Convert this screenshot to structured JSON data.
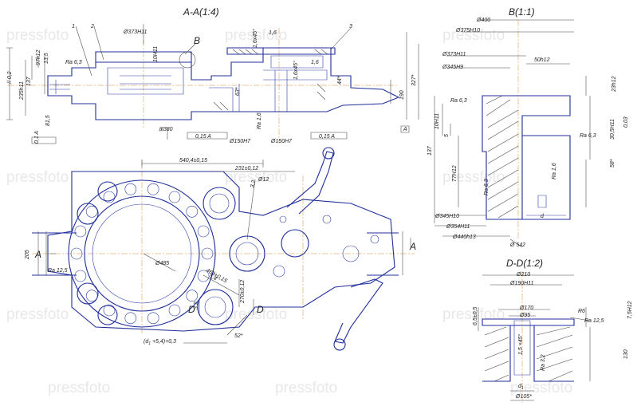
{
  "titles": {
    "aa": "A-A(1:4)",
    "b": "B(1:1)",
    "dd": "D-D(1:2)"
  },
  "watermark": "pressfoto",
  "labels": {
    "l1": "1",
    "l2": "2",
    "l3": "3",
    "lB": "B",
    "lA_left": "A",
    "lA_right": "A",
    "lD1": "D",
    "lD2": "D",
    "lA_box": "A"
  },
  "section_aa": {
    "d373h11": "Ø373H11",
    "h10h11": "10H11",
    "c16x45a": "1,6x45°",
    "r16a": "1,6",
    "ra63": "Ra 6,3",
    "h97h12": "97h12",
    "h135": "13,5",
    "h137": "137",
    "h235h11": "235h11",
    "h815": "81,5",
    "tol01a": "0,1 A",
    "tol02": "// 0,2",
    "h63": "63*",
    "r16b": "Ra 1,6",
    "c16x45b": "1,6x45°",
    "r16c": "1,6",
    "h44": "44*",
    "h327": "327*",
    "h190": "190",
    "sq380": "⊞380",
    "tol015a": "0,15  A",
    "d150h7a": "Ø150H7",
    "d150h7b": "Ø150H7",
    "tol015b": "0,15  A"
  },
  "plan": {
    "d5404": "540,4±0,15",
    "d231": "231±0,12",
    "d12": "Ø12",
    "d32": "3,2",
    "d205": "205",
    "ra125": "Ra 12,5",
    "d485": "Ø485",
    "d4684": "468±0,15",
    "d54": "5,4",
    "d2702": "270±0,12",
    "d52": "52*",
    "d32b": "3,2",
    "formula": "(d",
    "formula_sub": "1",
    "formula_end": " +5,4)+0,3"
  },
  "section_b": {
    "d400": "Ø400",
    "d375h10": "Ø375H10",
    "d373h11": "Ø373H11",
    "d345h9": "Ø345H9",
    "w50h12": "50h12",
    "h23h12": "23h12",
    "ra63a": "Ra 6,3",
    "h10h11": "10H11",
    "h5": "5",
    "ra63b": "Ra 6,3",
    "h305h11": "30,5H11",
    "tol003": "0,03",
    "h137": "137",
    "h77h12": "77H12",
    "ra16": "Ra 1,6",
    "ra63c": "Ra 6,3",
    "a58": "58*",
    "d345h10": "Ø345H10",
    "d354h11": "Ø354H11",
    "d440h13": "Ø440h13",
    "d542": "Ø 542",
    "dd": "d"
  },
  "section_dd": {
    "d210": "Ø210",
    "d190h11": "Ø190H11",
    "h65": "6,5±0,5",
    "d170": "Ø170",
    "d95": "Ø95",
    "r6": "R6",
    "ra125": "Ra 12,5",
    "h75h12": "7,5H12",
    "c15x45": "1,5 ×45°",
    "ra32": "Ra 3,2",
    "h130": "130",
    "d1": "d",
    "d1sub": "1",
    "d105": "Ø105*"
  }
}
